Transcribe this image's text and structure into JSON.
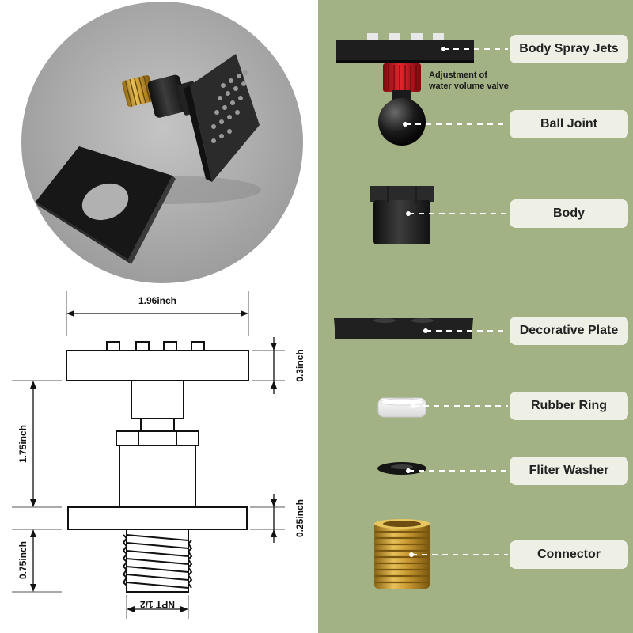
{
  "components": [
    {
      "id": "body-spray-jets",
      "label": "Body Spray Jets"
    },
    {
      "id": "ball-joint",
      "label": "Ball Joint"
    },
    {
      "id": "body",
      "label": "Body"
    },
    {
      "id": "decorative-plate",
      "label": "Decorative Plate"
    },
    {
      "id": "rubber-ring",
      "label": "Rubber Ring"
    },
    {
      "id": "fliter-washer",
      "label": "Fliter Washer"
    },
    {
      "id": "connector",
      "label": "Connector"
    }
  ],
  "valve_note": {
    "line1": "Adjustment of",
    "line2": "water volume valve"
  },
  "dimensions": {
    "width": "1.96inch",
    "head_thickness": "0.3inch",
    "body_height": "1.75inch",
    "plate_thickness": "0.25inch",
    "thread_length": "0.75inch",
    "thread_type": "NPT 1/2"
  },
  "colors": {
    "panel_green": "#a3b284",
    "label_bg": "#eef0e6",
    "matte_black": "#1c1c1c",
    "valve_red": "#c8161d",
    "brass": "#c99a32"
  }
}
